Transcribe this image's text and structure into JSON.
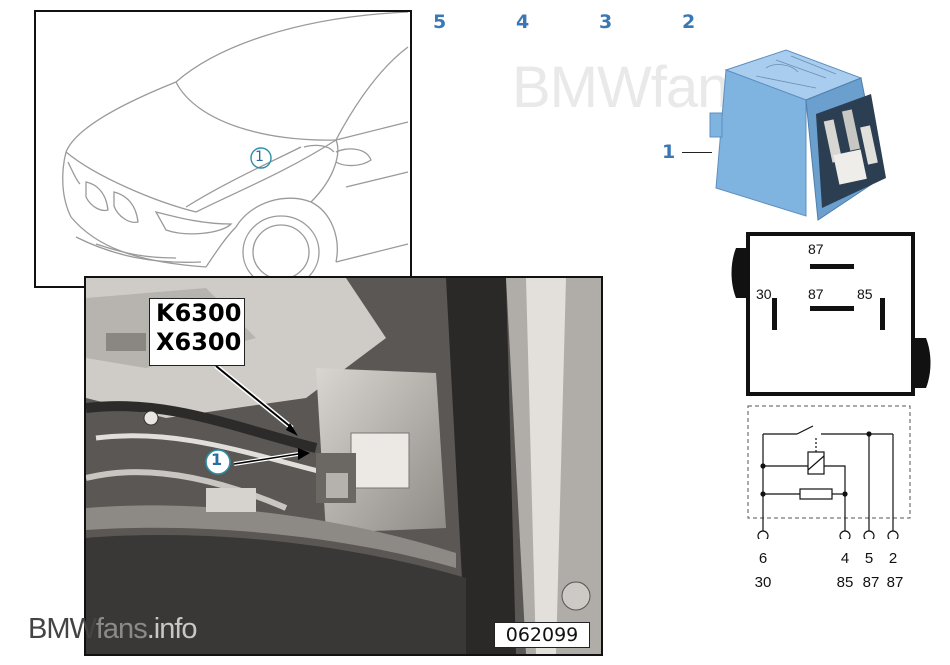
{
  "callouts": {
    "top": [
      "5",
      "4",
      "3",
      "2"
    ],
    "relay_part": "1",
    "car_marker": "1",
    "photo_marker": "1"
  },
  "photo_labels": {
    "component_line1": "K6300",
    "component_line2": "X6300"
  },
  "image_number": "062099",
  "watermark": {
    "top": "BMWfans",
    "bottom_brand": "BMW",
    "bottom_fans": "fans",
    "bottom_info": ".info"
  },
  "pinout": {
    "top": "87",
    "center": "87",
    "left": "30",
    "right": "85"
  },
  "schematic": {
    "pin_numbers": [
      "6",
      "4",
      "5",
      "2"
    ],
    "terminals": [
      "30",
      "85",
      "87",
      "87"
    ]
  },
  "colors": {
    "callout_blue": "#3a78b5",
    "relay_blue": "#7fb3e0"
  }
}
